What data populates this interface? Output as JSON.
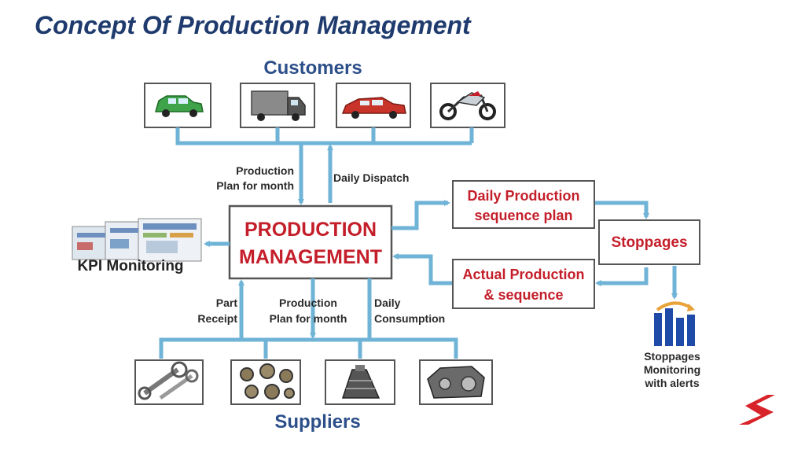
{
  "title": "Concept Of Production Management",
  "customers": {
    "label": "Customers",
    "items": [
      {
        "icon": "car-icon"
      },
      {
        "icon": "truck-icon"
      },
      {
        "icon": "sedan-icon"
      },
      {
        "icon": "motorcycle-icon"
      }
    ]
  },
  "center": {
    "line1": "PRODUCTION",
    "line2": "MANAGEMENT"
  },
  "flows": {
    "plan_top_line1": "Production",
    "plan_top_line2": "Plan for month",
    "daily_dispatch": "Daily Dispatch",
    "part_receipt_line1": "Part",
    "part_receipt_line2": "Receipt",
    "plan_bottom_line1": "Production",
    "plan_bottom_line2": "Plan for month",
    "consumption_line1": "Daily",
    "consumption_line2": "Consumption"
  },
  "kpi": {
    "label": "KPI Monitoring"
  },
  "daily_plan": {
    "line1": "Daily Production",
    "line2": "sequence plan"
  },
  "stoppages": {
    "label": "Stoppages"
  },
  "actual": {
    "line1": "Actual Production",
    "line2": "& sequence"
  },
  "monitoring": {
    "line1": "Stoppages",
    "line2": "Monitoring",
    "line3": "with alerts"
  },
  "suppliers": {
    "label": "Suppliers",
    "items": [
      {
        "icon": "connecting-rod-icon"
      },
      {
        "icon": "gears-icon"
      },
      {
        "icon": "conical-gear-icon"
      },
      {
        "icon": "engine-part-icon"
      }
    ]
  },
  "colors": {
    "title": "#1f3b6e",
    "accent_red": "#c41e2a",
    "connector": "#6fb3d6",
    "label_blue": "#2c4f8a"
  }
}
